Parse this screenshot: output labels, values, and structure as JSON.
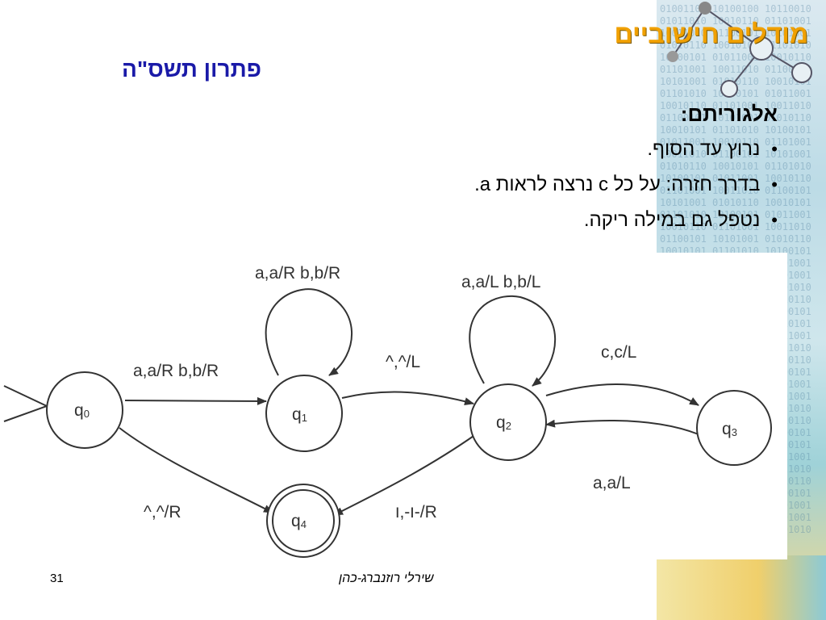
{
  "slide": {
    "title": "מודלים חישוביים",
    "subtitle": "פתרון תשס\"ה",
    "heading": "אלגוריתם:",
    "bullets": [
      "נרוץ עד הסוף.",
      "בדרך חזרה: על כל c נרצה לראות a.",
      "נטפל גם במילה ריקה."
    ],
    "page_number": "31",
    "author": "שירלי רוזנברג-כהן"
  },
  "diagram": {
    "states": [
      {
        "id": "q0",
        "base": "q",
        "sub": "0",
        "accepting": false,
        "start": true
      },
      {
        "id": "q1",
        "base": "q",
        "sub": "1",
        "accepting": false
      },
      {
        "id": "q2",
        "base": "q",
        "sub": "2",
        "accepting": false
      },
      {
        "id": "q3",
        "base": "q",
        "sub": "3",
        "accepting": false
      },
      {
        "id": "q4",
        "base": "q",
        "sub": "4",
        "accepting": true
      }
    ],
    "transitions": [
      {
        "from": "q1",
        "to": "q1",
        "label": "a,a/R  b,b/R"
      },
      {
        "from": "q2",
        "to": "q2",
        "label": "a,a/L  b,b/L"
      },
      {
        "from": "q0",
        "to": "q1",
        "label": "a,a/R  b,b/R"
      },
      {
        "from": "q1",
        "to": "q2",
        "label": "^,^/L"
      },
      {
        "from": "q2",
        "to": "q3",
        "label": "c,c/L"
      },
      {
        "from": "q3",
        "to": "q2",
        "label": "a,a/L"
      },
      {
        "from": "q0",
        "to": "q4",
        "label": "^,^/R"
      },
      {
        "from": "q2",
        "to": "q4",
        "label": "ו-,ו-/R"
      }
    ]
  },
  "colors": {
    "title": "#f0a000",
    "subtitle": "#1a1aa8"
  }
}
